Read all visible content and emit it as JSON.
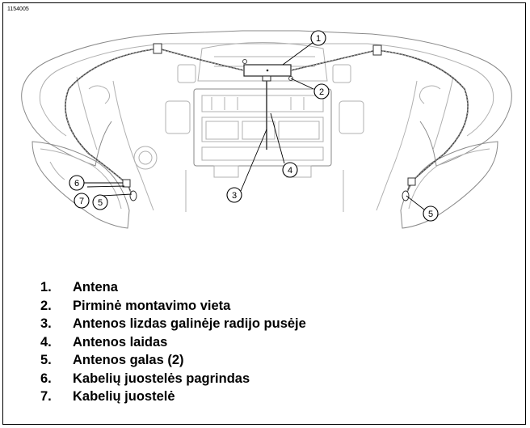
{
  "figure": {
    "id": "1154005"
  },
  "callouts": [
    {
      "num": "1"
    },
    {
      "num": "2"
    },
    {
      "num": "3"
    },
    {
      "num": "4"
    },
    {
      "num": "5"
    },
    {
      "num": "6"
    },
    {
      "num": "7"
    },
    {
      "num": "5"
    }
  ],
  "legend": [
    {
      "num": "1.",
      "text": "Antena"
    },
    {
      "num": "2.",
      "text": "Pirminė montavimo vieta"
    },
    {
      "num": "3.",
      "text": "Antenos lizdas galinėje radijo pusėje"
    },
    {
      "num": "4.",
      "text": "Antenos laidas"
    },
    {
      "num": "5.",
      "text": "Antenos galas (2)"
    },
    {
      "num": "6.",
      "text": "Kabelių juostelės pagrindas"
    },
    {
      "num": "7.",
      "text": "Kabelių juostelė"
    }
  ],
  "colors": {
    "line_art": "#b0b0b0",
    "cable": "#444444",
    "text": "#000000"
  }
}
